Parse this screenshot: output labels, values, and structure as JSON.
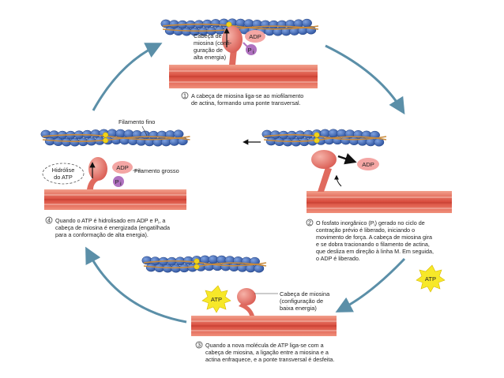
{
  "panel1": {
    "label_lines": [
      "Cabeça de",
      "miosina (confi-",
      "guração de",
      "alta energia)"
    ],
    "adp": "ADP",
    "pi": "P",
    "pi_sub": "i",
    "caption_num": "1",
    "caption_lines": [
      "A cabeça de miosina liga-se ao miofilamento",
      "de actina, formando uma ponte transversal."
    ]
  },
  "panel2": {
    "adp": "ADP",
    "caption_num": "2",
    "caption_lines": [
      "O fosfato inorgânico (P",
      "contração prévio é liberado, iniciando o",
      "movimento de força. A cabeça de miosina gira",
      "e se dobra tracionando o filamento de actina,",
      "que desliza em direção à linha M. Em seguida,",
      "o ADP é liberado."
    ],
    "caption_line1_rest": ") gerado no ciclo de",
    "caption_sub": "i"
  },
  "panel3": {
    "atp_badge": "ATP",
    "atp_incoming": "ATP",
    "label_lines": [
      "Cabeça de miosina",
      "(configuração de",
      "baixa energia)"
    ],
    "caption_num": "3",
    "caption_lines": [
      "Quando a nova molécula de ATP liga-se com a",
      "cabeça de miosina, a ligação entre a miosina e a",
      "actina enfraquece, e a ponte transversal é desfeita."
    ]
  },
  "panel4": {
    "thin_label": "Filamento fino",
    "thick_label": "Filamento grosso",
    "hydrolysis_lines": [
      "Hidrólise",
      "do ATP"
    ],
    "adp": "ADP",
    "pi": "P",
    "pi_sub": "i",
    "caption_num": "4",
    "caption_lines": [
      "Quando o ATP é hidrolisado em ADP e P",
      "cabeça de miosina é energizada (engatilhada",
      "para a conformação de alta energia)."
    ],
    "caption_line1_sub": "i",
    "caption_line1_rest": ", a"
  },
  "colors": {
    "actin_blue": "#3d66b8",
    "tropomyosin": "#c98a3a",
    "troponin": "#f0d21a",
    "myosin": "#e88078",
    "thick_filament": "#d84a3c",
    "adp_fill": "#f4a6a4",
    "pi_fill": "#b072c0",
    "atp_star": "#f7e829",
    "cycle_arrow": "#5b8fa8"
  }
}
